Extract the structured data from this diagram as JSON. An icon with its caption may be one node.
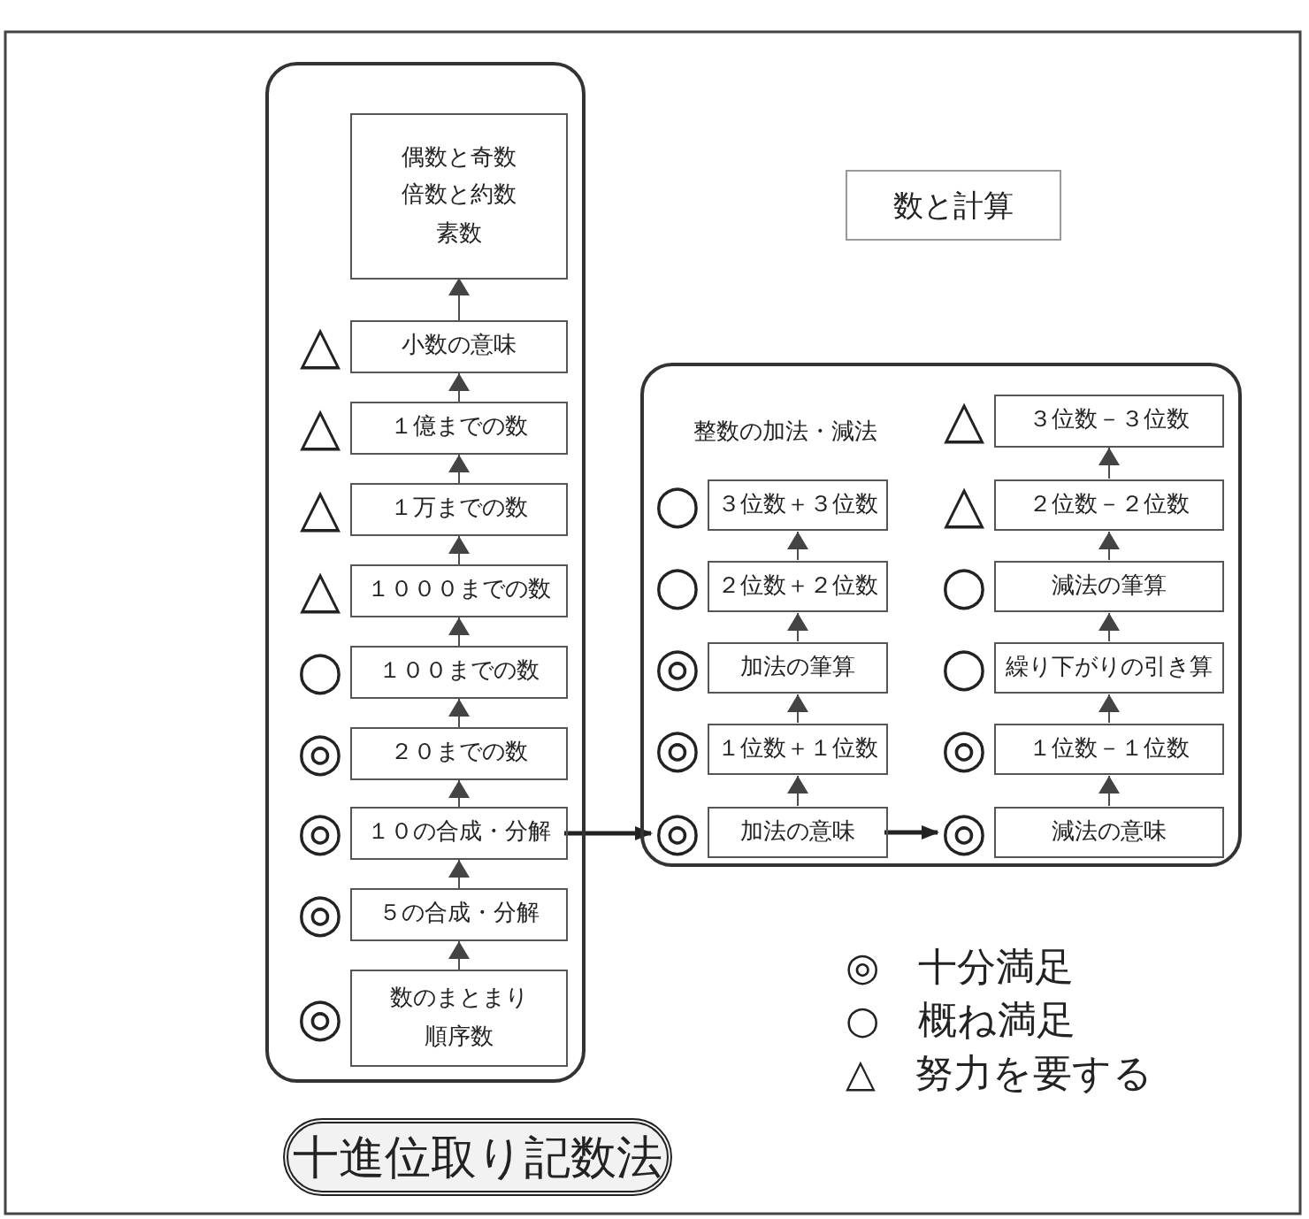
{
  "diagram": {
    "nodes": [
      {
        "text": [],
        "shape": "box"
      },
      {
        "text": [
          "偶数と奇数",
          "倍数と約数",
          "素数"
        ],
        "in": 0
      },
      {
        "text": [
          "小数の意味"
        ],
        "in": 0,
        "beside": [
          "△"
        ]
      },
      {
        "text": [
          "１億までの数"
        ],
        "in": 0,
        "beside": [
          "△"
        ]
      },
      {
        "text": [
          "１万までの数"
        ],
        "in": 0,
        "beside": [
          "△"
        ]
      },
      {
        "text": [
          "１０００までの数"
        ],
        "in": 0,
        "beside": [
          "△"
        ]
      },
      {
        "text": [
          "１００までの数"
        ],
        "in": 0,
        "beside": [
          "○"
        ]
      },
      {
        "text": [
          "２０までの数"
        ],
        "in": 0,
        "beside": [
          "◎"
        ]
      },
      {
        "text": [
          "１０の合成・分解"
        ],
        "in": 0,
        "beside": [
          "◎"
        ]
      },
      {
        "text": [
          "５の合成・分解"
        ],
        "in": 0,
        "beside": [
          "◎"
        ]
      },
      {
        "text": [
          "数のまとまり",
          "順序数"
        ],
        "in": 0,
        "beside": [
          "◎"
        ]
      },
      {
        "text": [
          "数と計算"
        ]
      },
      {
        "text": [
          "整数の加法・減法"
        ]
      },
      {
        "text": [
          "３位数＋３位数"
        ],
        "in": 12,
        "beside": [
          "○"
        ]
      },
      {
        "text": [
          "２位数＋２位数"
        ],
        "in": 12,
        "beside": [
          "○"
        ]
      },
      {
        "text": [
          "加法の筆算"
        ],
        "in": 12,
        "beside": [
          "◎"
        ]
      },
      {
        "text": [
          "１位数＋１位数"
        ],
        "in": 12,
        "beside": [
          "◎"
        ]
      },
      {
        "text": [
          "加法の意味"
        ],
        "in": 12,
        "beside": [
          "◎"
        ]
      },
      {
        "text": [
          "３位数－３位数"
        ],
        "in": 12,
        "beside": [
          "△"
        ]
      },
      {
        "text": [
          "２位数－２位数"
        ],
        "in": 12,
        "beside": [
          "△"
        ]
      },
      {
        "text": [
          "減法の筆算"
        ],
        "in": 12,
        "beside": [
          "○"
        ]
      },
      {
        "text": [
          "繰り下がりの引き算"
        ],
        "in": 12,
        "beside": [
          "○"
        ]
      },
      {
        "text": [
          "１位数－１位数"
        ],
        "in": 12,
        "beside": [
          "◎"
        ]
      },
      {
        "text": [
          "減法の意味"
        ],
        "in": 12,
        "beside": [
          "◎"
        ]
      },
      {
        "text": [
          "十進位取り記数法"
        ]
      }
    ],
    "edges": [
      {
        "from": 10,
        "to": 9,
        "arrow": "to"
      },
      {
        "from": 9,
        "to": 8,
        "arrow": "to"
      },
      {
        "from": 8,
        "to": 7,
        "arrow": "to"
      },
      {
        "from": 7,
        "to": 6,
        "arrow": "to"
      },
      {
        "from": 6,
        "to": 5,
        "arrow": "to"
      },
      {
        "from": 5,
        "to": 4,
        "arrow": "to"
      },
      {
        "from": 4,
        "to": 3,
        "arrow": "to"
      },
      {
        "from": 3,
        "to": 2,
        "arrow": "to"
      },
      {
        "from": 2,
        "to": 1,
        "arrow": "to"
      },
      {
        "from": 17,
        "to": 16,
        "arrow": "to"
      },
      {
        "from": 16,
        "to": 15,
        "arrow": "to"
      },
      {
        "from": 15,
        "to": 14,
        "arrow": "to"
      },
      {
        "from": 14,
        "to": 13,
        "arrow": "to"
      },
      {
        "from": 23,
        "to": 22,
        "arrow": "to"
      },
      {
        "from": 22,
        "to": 21,
        "arrow": "to"
      },
      {
        "from": 21,
        "to": 20,
        "arrow": "to"
      },
      {
        "from": 20,
        "to": 19,
        "arrow": "to"
      },
      {
        "from": 19,
        "to": 18,
        "arrow": "to"
      },
      {
        "from": 8,
        "to": 17,
        "arrow": "to",
        "style": "thick"
      },
      {
        "from": 17,
        "to": 23,
        "arrow": "to",
        "style": "thick"
      }
    ],
    "legend": [
      {
        "text": "◎　十分満足"
      },
      {
        "text": "○　概ね満足"
      },
      {
        "text": "△　努力を要する"
      }
    ]
  }
}
